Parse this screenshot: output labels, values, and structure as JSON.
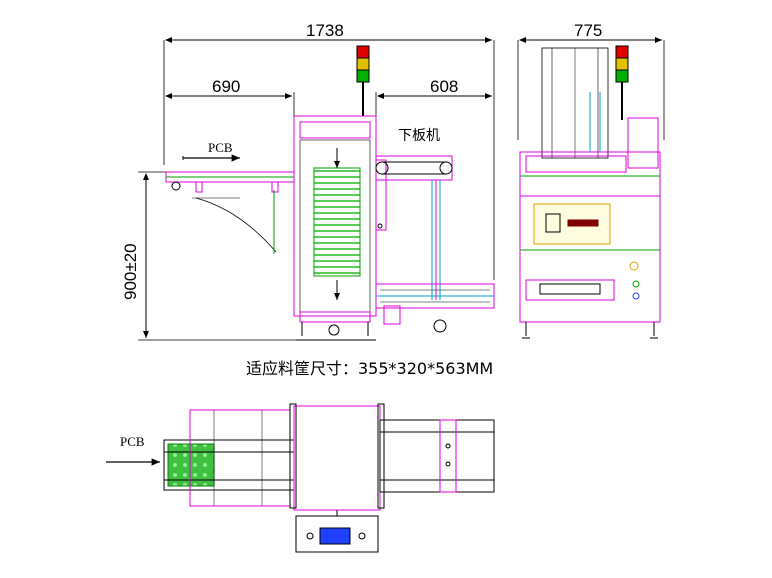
{
  "dimensions": {
    "overall_width": "1738",
    "in_conveyor": "690",
    "out_conveyor": "608",
    "depth": "775",
    "height": "900±20"
  },
  "labels": {
    "pcb_front": "PCB",
    "pcb_top": "PCB",
    "machine_name": "下板机",
    "magazine_size": "适应料筐尺寸：355*320*563MM"
  },
  "colors": {
    "frame": "#e000e0",
    "dimension": "#000000",
    "cyan": "#00a0c8",
    "green": "#00a000",
    "light_red": "#e00000",
    "light_yellow": "#e0c000",
    "light_green": "#00b000",
    "panel_blue": "#2040ff",
    "magazine_green": "#30c030"
  }
}
